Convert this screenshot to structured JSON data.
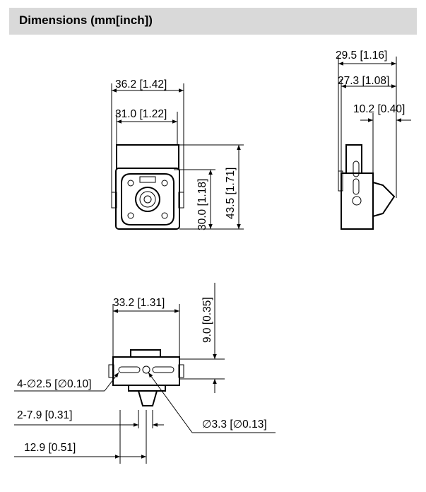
{
  "header": {
    "title": "Dimensions (mm[inch])"
  },
  "front_view": {
    "width_outer": "36.2 [1.42]",
    "width_inner": "31.0 [1.22]",
    "height_inner": "30.0 [1.18]",
    "height_outer": "43.5 [1.71]"
  },
  "side_view": {
    "depth_total": "29.5 [1.16]",
    "depth_body": "27.3 [1.08]",
    "lens_depth": "10.2 [0.40]"
  },
  "bottom_view": {
    "width": "33.2 [1.31]",
    "height": "9.0 [0.35]",
    "holes": "4-∅2.5 [∅0.10]",
    "slot": "2-7.9 [0.31]",
    "offset": "12.9 [0.51]",
    "center_hole": "∅3.3 [∅0.13]"
  }
}
